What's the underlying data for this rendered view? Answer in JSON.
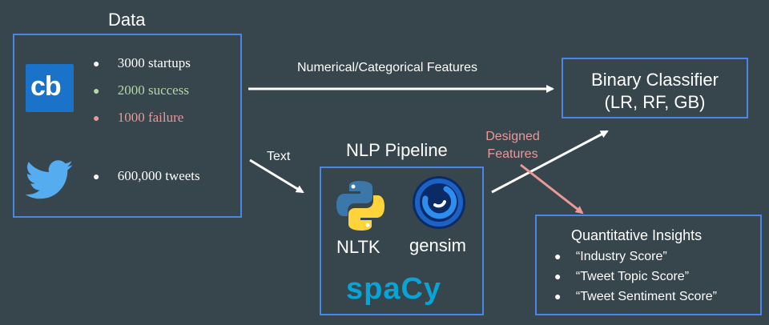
{
  "data_section": {
    "title": "Data",
    "crunchbase_logo_text": "cb",
    "stats": [
      {
        "text": "3000 startups",
        "color": "#ffffff"
      },
      {
        "text": "2000 success",
        "color": "#b6d7a8"
      },
      {
        "text": "1000 failure",
        "color": "#ea9999"
      }
    ],
    "tweets": "600,000 tweets"
  },
  "arrows": {
    "numerical_label": "Numerical/Categorical Features",
    "text_label": "Text",
    "designed_features_line1": "Designed",
    "designed_features_line2": "Features",
    "designed_color": "#ea9999"
  },
  "classifier": {
    "line1": "Binary Classifier",
    "line2": "(LR, RF, GB)"
  },
  "nlp": {
    "title": "NLP Pipeline",
    "nltk_label": "NLTK",
    "gensim_label": "gensim",
    "spacy_label": "spaCy",
    "spacy_color": "#09a3d5"
  },
  "insights": {
    "title": "Quantitative Insights",
    "items": [
      "“Industry Score”",
      "“Tweet Topic Score”",
      "“Tweet Sentiment Score”"
    ]
  },
  "colors": {
    "background": "#37454d",
    "box_border": "#4a86e8"
  }
}
